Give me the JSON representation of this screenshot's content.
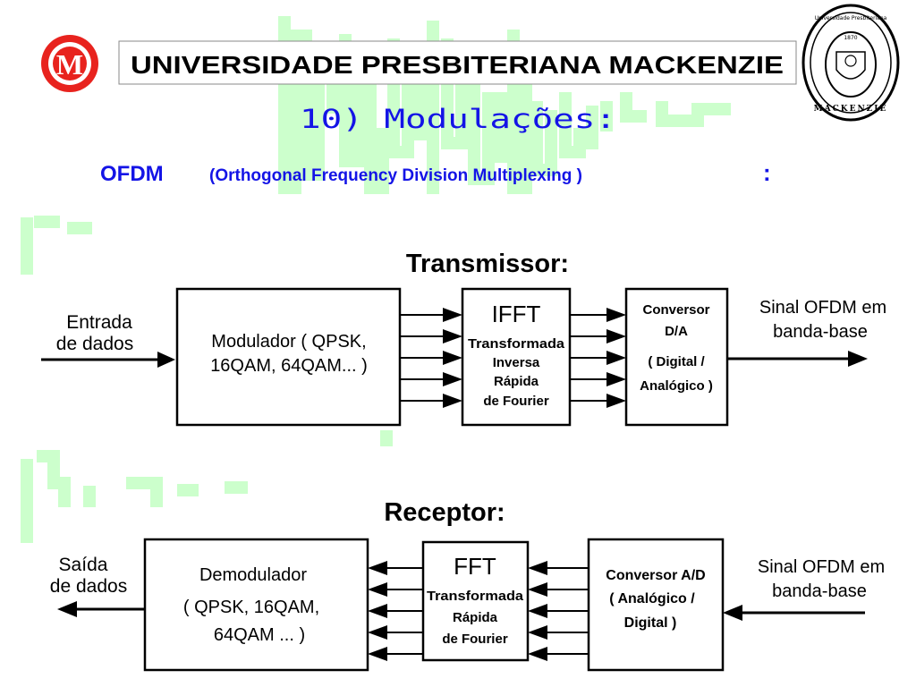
{
  "header": {
    "university_name": "UNIVERSIDADE PRESBITERIANA MACKENZIE",
    "logo_letter": "M",
    "seal_text_top": "Universidade Presbiteriana",
    "seal_text_bottom": "MACKENZIE",
    "seal_year": "1870"
  },
  "slide": {
    "title": "10) Modulações:",
    "subtitle_bold": "OFDM",
    "subtitle_rest": "(Orthogonal Frequency Division Multiplexing )",
    "subtitle_colon": ":"
  },
  "transmitter": {
    "heading": "Transmissor:",
    "input_label": [
      "Entrada",
      "de dados"
    ],
    "modulator_lines": [
      "Modulador ( QPSK,",
      "16QAM, 64QAM... )"
    ],
    "ifft_title": "IFFT",
    "ifft_lines": [
      "Transformada",
      "Inversa",
      "Rápida",
      "de Fourier"
    ],
    "converter_lines": [
      "Conversor",
      "D/A",
      "( Digital /",
      "Analógico )"
    ],
    "output_label": [
      "Sinal OFDM em",
      "banda-base"
    ]
  },
  "receiver": {
    "heading": "Receptor:",
    "output_label": [
      "Saída",
      "de dados"
    ],
    "demodulator_lines": [
      "Demodulador",
      "( QPSK, 16QAM,",
      "64QAM ... )"
    ],
    "fft_title": "FFT",
    "fft_lines": [
      "Transformada",
      "Rápida",
      "de Fourier"
    ],
    "converter_lines": [
      "Conversor A/D",
      "( Analógico /",
      "Digital )"
    ],
    "input_label": [
      "Sinal OFDM em",
      "banda-base"
    ]
  },
  "colors": {
    "title_blue": "#1414e6",
    "logo_red": "#e8231e",
    "watermark_green": "#ccffcc",
    "line_black": "#000000"
  }
}
